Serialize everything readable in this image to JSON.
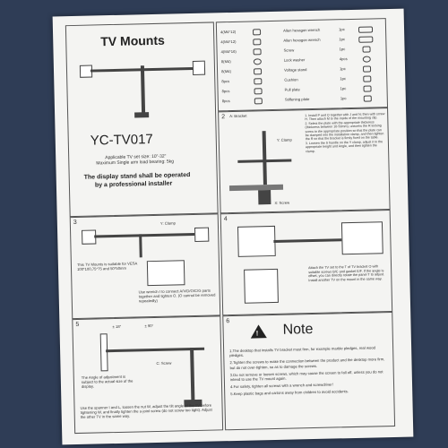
{
  "header": {
    "title": "TV Mounts",
    "model": "YC-TV017",
    "spec1": "Applicable TV set size: 10\"-32\"",
    "spec2": "Maximum Single arm load bearing: 5kg",
    "warning1": "The display stand shall be operated",
    "warning2": "by a professional installer"
  },
  "parts_list": {
    "rows": [
      {
        "left": "4(M4*12)",
        "right": "Allen hexagon wrench",
        "right_qty": "1pc"
      },
      {
        "left": "4(M4*12)",
        "right": "Allen hexagon wrench",
        "right_qty": "1pc"
      },
      {
        "left": "4(M4*16)",
        "right": "Screw",
        "right_qty": "1pc"
      },
      {
        "left": "8(M4)",
        "right": "Lock washer",
        "right_qty": "4pcs"
      },
      {
        "left": "8(M4)",
        "right": "Voltage stand",
        "right_qty": "1pc"
      },
      {
        "left": "8pcs",
        "right": "Cushion",
        "right_qty": "1pc"
      },
      {
        "left": "8pcs",
        "right": "Pull plate",
        "right_qty": "1pc"
      },
      {
        "left": "8pcs",
        "right": "Stiffening plate",
        "right_qty": "1pc"
      }
    ]
  },
  "steps": {
    "s2": {
      "num": "2",
      "label_a": "A: Bracket",
      "label_clamp": "Y: Clamp",
      "label_screw": "X: Screw",
      "text": "1. Install P and Q together with J and N; then with screw H. Then attach M to the inside of the mounting clip.\n2. Select the plate with the appropriate thickness (thickness between 10-50mm), unscrew the R locking screw to the appropriate position so that the plate can be clamped into the installation clamp, and then tighten the R so that the bracket is firmly fixed on the table.\n3. Loosen the S handle on the Y clamp, adjust it to the appropriate height and Angle, and then tighten the clamp."
    },
    "s3": {
      "num": "3",
      "label_clamp": "Y: Clamp",
      "text1": "This TV Mounts is suitable for VESA 100*100,75*75 and 50*50mm",
      "text2": "Use wrench I to connect A/V/D/O/C/G parts together and tighten O. (O cannot be removed repeatedly)"
    },
    "s4": {
      "num": "4",
      "text": "Attach the TV set to the T of TV bracket O with suitable screws B/C and gasket E/F. If the angle is offset, you can directly rotate the panel T to adjust. Install another TV on the mount in the same way."
    },
    "s5": {
      "num": "5",
      "angle1": "± 18°",
      "angle2": "± 90°",
      "label_screw": "C: Screw",
      "text1": "The Angle of adjustment is subject to the actual size of the display.",
      "text2": "Use the spanner I and L, loosen the nut W, adjust the tilt angle of the TV before tightening W, and finally tighten the u-joint screw (do not screw too tight). Adjust the other TV in the same way."
    },
    "s6": {
      "num": "6",
      "heading": "Note",
      "notes": [
        "1.The desktop that installs TV bracket must firm, for example marble pledges, real wood pledges.",
        "2.Tighten the screws to make the connection between the product and the desktop more firm, but do not over-tighten, so as to damage the screws.",
        "3.Do not remove or loosen screws, which may cause the screen to fall off, unless you do not intend to use the TV mount again.",
        "4.For safety, tighten all screws with a wrench and screwdriver!",
        "5.Keep plastic bags and cartons away from children to avoid accidents."
      ]
    }
  }
}
